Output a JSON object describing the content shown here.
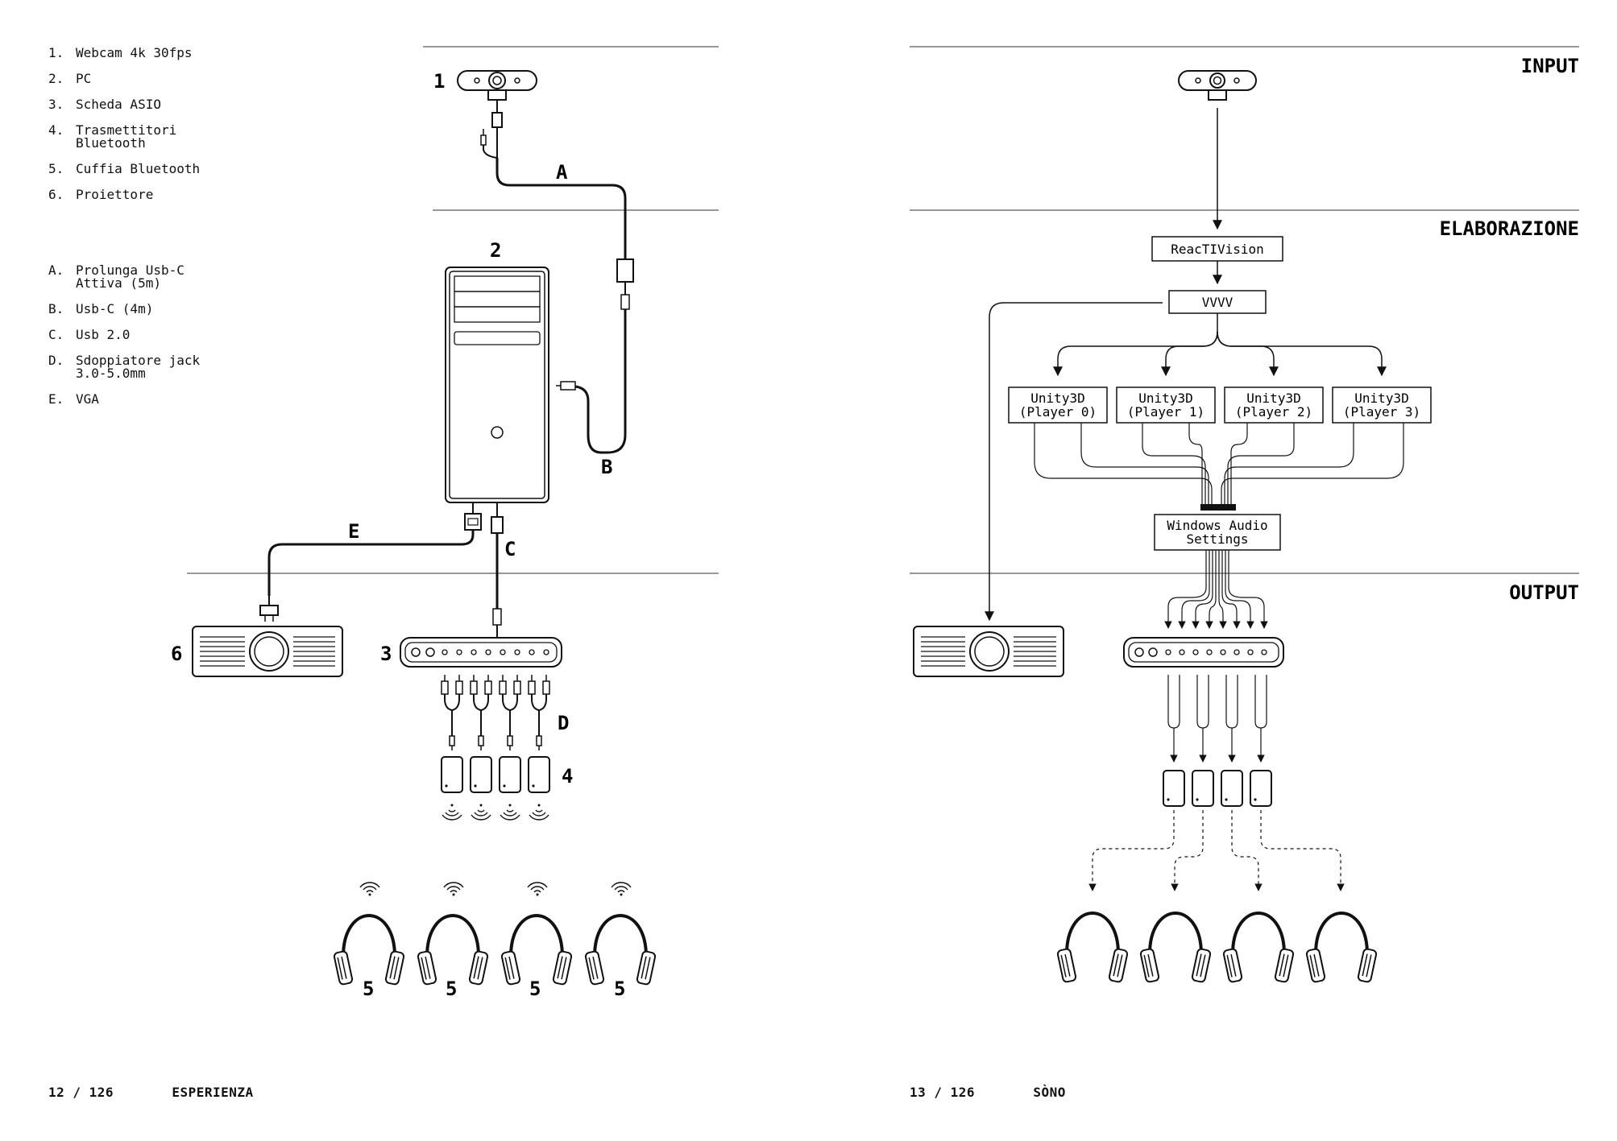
{
  "left_page": {
    "legend_numbers": [
      {
        "key": "1.",
        "text": "Webcam 4k 30fps"
      },
      {
        "key": "2.",
        "text": "PC"
      },
      {
        "key": "3.",
        "text": "Scheda ASIO"
      },
      {
        "key": "4.",
        "text": "Trasmettitori\nBluetooth"
      },
      {
        "key": "5.",
        "text": "Cuffia Bluetooth"
      },
      {
        "key": "6.",
        "text": "Proiettore"
      }
    ],
    "legend_letters": [
      {
        "key": "A.",
        "text": "Prolunga Usb-C\nAttiva (5m)"
      },
      {
        "key": "B.",
        "text": "Usb-C (4m)"
      },
      {
        "key": "C.",
        "text": "Usb 2.0"
      },
      {
        "key": "D.",
        "text": "Sdoppiatore jack\n3.0-5.0mm"
      },
      {
        "key": "E.",
        "text": "VGA"
      }
    ],
    "labels": {
      "n1": "1",
      "n2": "2",
      "n3": "3",
      "n4": "4",
      "n6": "6",
      "headphone_numbers": [
        "5",
        "5",
        "5",
        "5"
      ],
      "a": "A",
      "b": "B",
      "c": "C",
      "d": "D",
      "e": "E"
    },
    "footer": {
      "page": "12 / 126",
      "section": "ESPERIENZA"
    }
  },
  "right_page": {
    "sections": {
      "input": "INPUT",
      "processing": "ELABORAZIONE",
      "output": "OUTPUT"
    },
    "nodes": {
      "reactivision": "ReacTIVision",
      "vvvv": "VVVV",
      "players": [
        {
          "line1": "Unity3D",
          "line2": "(Player 0)"
        },
        {
          "line1": "Unity3D",
          "line2": "(Player 1)"
        },
        {
          "line1": "Unity3D",
          "line2": "(Player 2)"
        },
        {
          "line1": "Unity3D",
          "line2": "(Player 3)"
        }
      ],
      "windows_audio": {
        "line1": "Windows Audio",
        "line2": "Settings"
      }
    },
    "footer": {
      "page": "13 / 126",
      "section": "SÒNO"
    }
  }
}
